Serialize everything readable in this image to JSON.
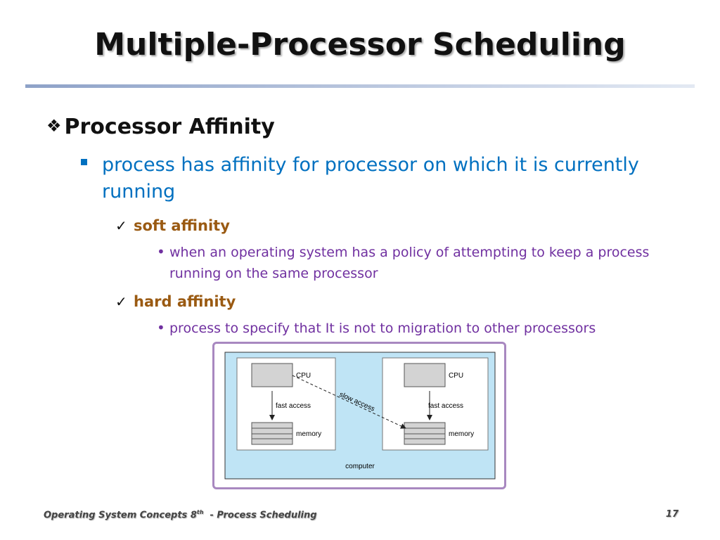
{
  "title": "Multiple-Processor Scheduling",
  "heading": {
    "marker": "❖",
    "text": "Processor Affinity"
  },
  "bullet": {
    "text": "process has affinity for processor on which it is currently running"
  },
  "soft": {
    "marker": "✓",
    "label": "soft affinity",
    "desc_marker": "•",
    "desc": "when an operating system has a policy of attempting to keep a process running on the same processor"
  },
  "hard": {
    "marker": "✓",
    "label": "hard affinity",
    "desc_marker": "•",
    "desc": "process to specify that It is not to migration to other processors"
  },
  "figure": {
    "left_cpu": "CPU",
    "left_access": "fast access",
    "left_memory": "memory",
    "right_cpu": "CPU",
    "right_access": "fast access",
    "right_memory": "memory",
    "cross_access": "slow access",
    "container": "computer"
  },
  "footer": {
    "course": "Operating System Concepts 8",
    "course_sup": "th",
    "topic": "  - Process Scheduling",
    "page": "17"
  },
  "colors": {
    "title_rule_start": "#8ea2c8",
    "title_rule_end": "#e3e9f3",
    "bullet_text": "#0070c0",
    "affinity_label": "#9a5a12",
    "desc_text": "#7030a0",
    "figure_frame": "#a888c0",
    "figure_bg": "#bfe4f5"
  }
}
